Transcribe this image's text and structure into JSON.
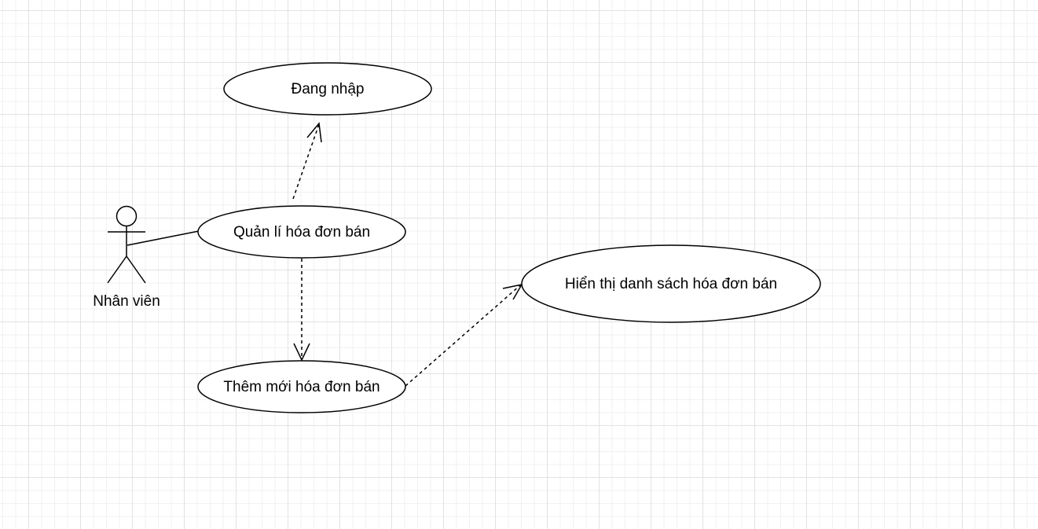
{
  "actor": {
    "label": "Nhân viên",
    "icon": "stick-figure-icon"
  },
  "use_cases": {
    "login": "Đang nhập",
    "manage_sales_invoices": "Quản lí hóa đơn bán",
    "add_sales_invoice": "Thêm mới hóa đơn bán",
    "show_sales_invoice_list": "Hiển thị danh sách hóa đơn bán"
  },
  "relationships": [
    {
      "from": "Nhân viên",
      "to": "Quản lí hóa đơn bán",
      "type": "association"
    },
    {
      "from": "Quản lí hóa đơn bán",
      "to": "Đang nhập",
      "type": "dependency"
    },
    {
      "from": "Quản lí hóa đơn bán",
      "to": "Thêm mới hóa đơn bán",
      "type": "dependency"
    },
    {
      "from": "Thêm mới hóa đơn bán",
      "to": "Hiển thị danh sách hóa đơn bán",
      "type": "dependency"
    }
  ],
  "colors": {
    "stroke": "#000000",
    "fill": "#ffffff",
    "grid": "#e2e2e2"
  }
}
